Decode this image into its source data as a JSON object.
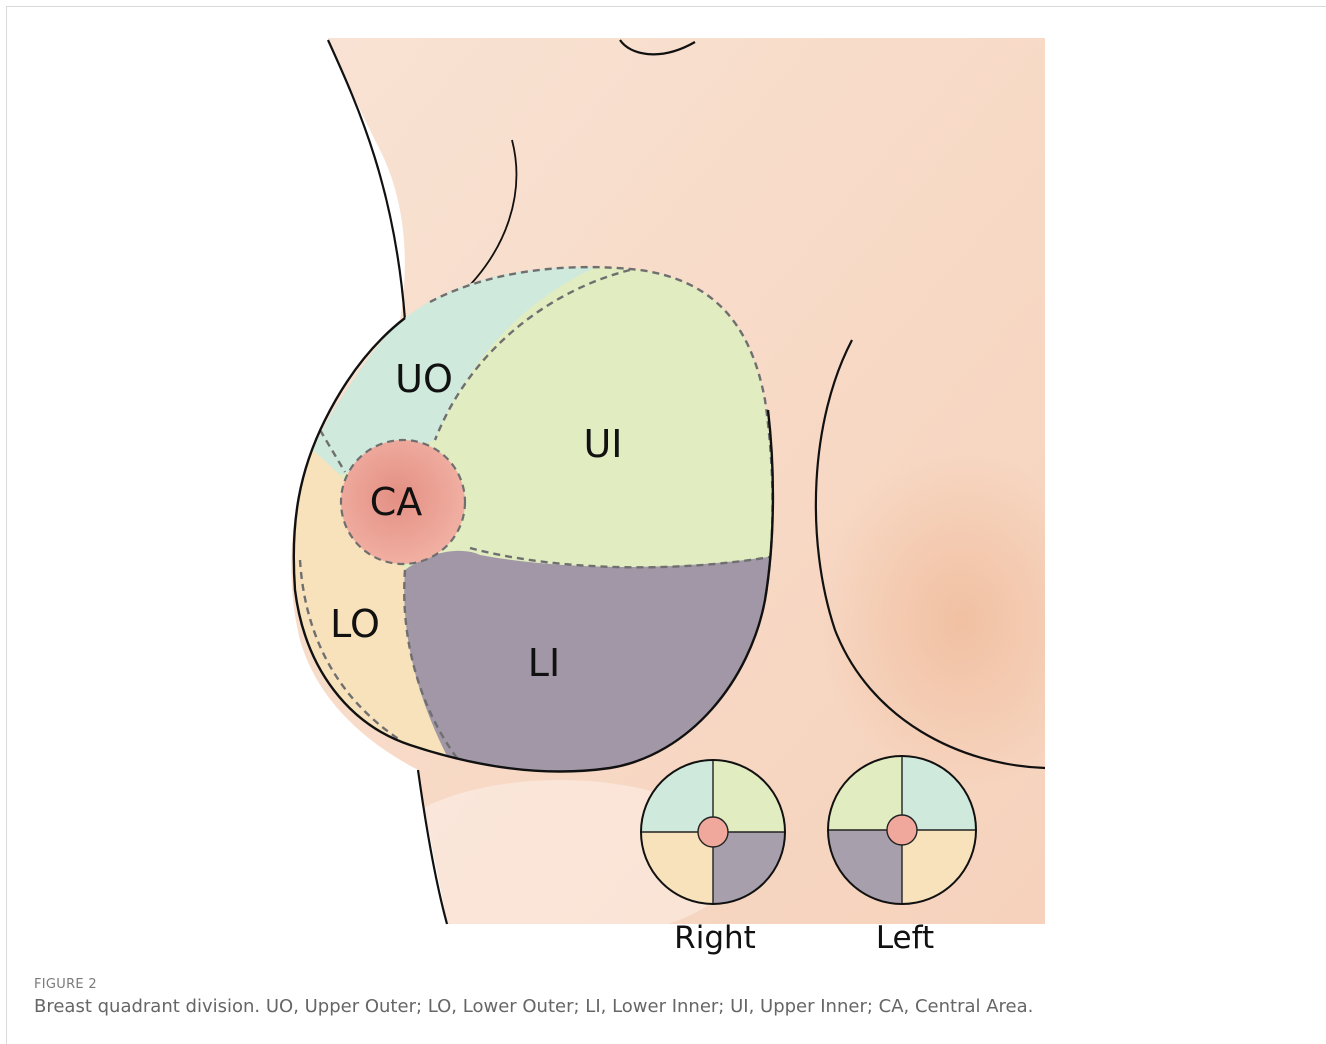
{
  "figure": {
    "label": "FIGURE 2",
    "caption": "Breast quadrant division. UO, Upper Outer; LO, Lower Outer; LI, Lower Inner; UI, Upper Inner; CA, Central Area."
  },
  "diagram": {
    "regions": {
      "uo": {
        "label": "UO",
        "color": "#cfe9dc"
      },
      "ui": {
        "label": "UI",
        "color": "#e1ecc1"
      },
      "ca": {
        "label": "CA",
        "color": "#efa89b"
      },
      "lo": {
        "label": "LO",
        "color": "#f7e2bb"
      },
      "li": {
        "label": "LI",
        "color": "#a89fac"
      }
    },
    "skin_color": "#f8dccb",
    "legend": {
      "right_label": "Right",
      "left_label": "Left"
    }
  }
}
